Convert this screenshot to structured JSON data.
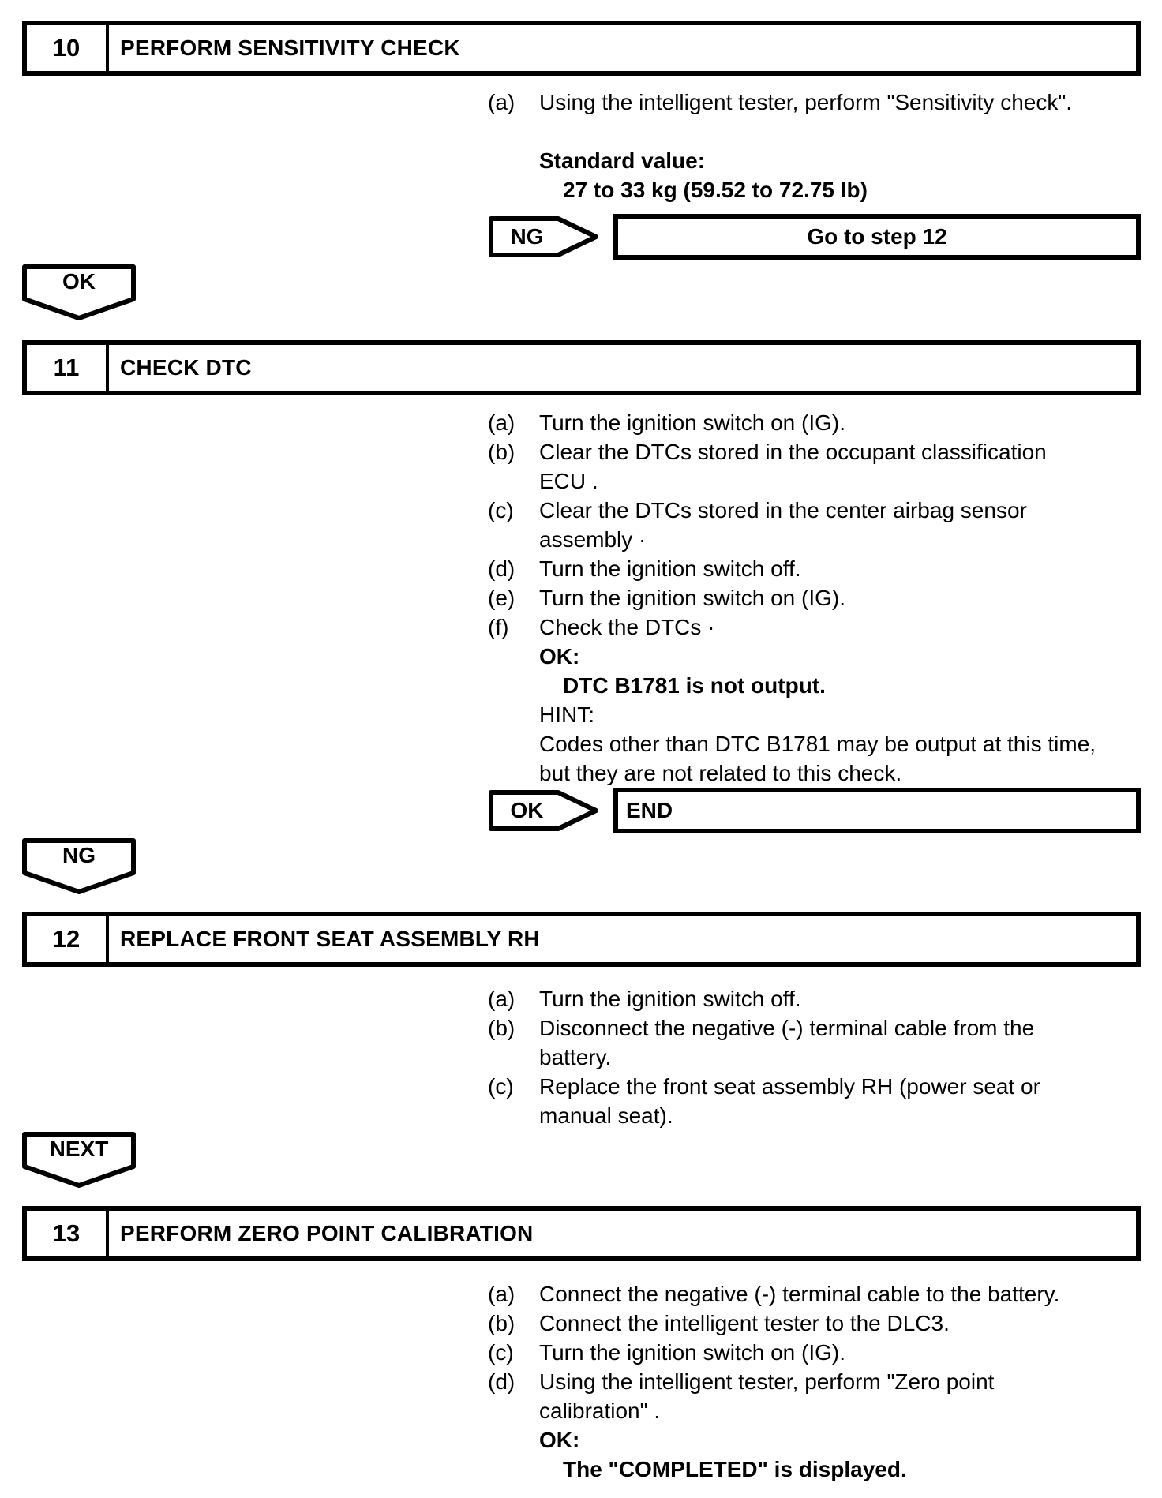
{
  "theme": {
    "ink": "#000000",
    "paper": "#ffffff"
  },
  "document": {
    "steps": [
      {
        "number": "10",
        "title": "PERFORM SENSITIVITY CHECK",
        "rows": [
          {
            "type": "item",
            "label": "(a)",
            "text": "Using the intelligent tester, perform \"Sensitivity check\"."
          },
          {
            "type": "gap"
          },
          {
            "type": "bold",
            "text": "Standard value:"
          },
          {
            "type": "boldind",
            "text": "27 to 33 kg (59.52 to 72.75 lb)"
          }
        ],
        "decision": {
          "tag": "NG",
          "action": "Go to step 12"
        },
        "connector": "OK"
      },
      {
        "number": "11",
        "title": "CHECK DTC",
        "rows": [
          {
            "type": "item",
            "label": "(a)",
            "text": "Turn the ignition switch on (IG)."
          },
          {
            "type": "item",
            "label": "(b)",
            "text": "Clear the DTCs stored in the occupant classification"
          },
          {
            "type": "cont",
            "text": "ECU ."
          },
          {
            "type": "item",
            "label": "(c)",
            "text": "Clear the DTCs stored in the center airbag sensor"
          },
          {
            "type": "cont",
            "text": "assembly ·"
          },
          {
            "type": "item",
            "label": "(d)",
            "text": "Turn the ignition switch off."
          },
          {
            "type": "item",
            "label": "(e)",
            "text": "Turn the ignition switch on (IG)."
          },
          {
            "type": "item",
            "label": "(f)",
            "text": "Check the DTCs ·"
          },
          {
            "type": "bold",
            "text": "OK:"
          },
          {
            "type": "boldind",
            "text": "DTC B1781 is not output."
          },
          {
            "type": "cont",
            "text": "HINT:"
          },
          {
            "type": "cont",
            "text": "Codes other than DTC B1781 may be output at this time,"
          },
          {
            "type": "cont",
            "text": "but they are not related to this check."
          }
        ],
        "decision": {
          "tag": "OK",
          "action": "END"
        },
        "connector": "NG"
      },
      {
        "number": "12",
        "title": "REPLACE FRONT SEAT ASSEMBLY RH",
        "rows": [
          {
            "type": "item",
            "label": "(a)",
            "text": "Turn the ignition switch off."
          },
          {
            "type": "item",
            "label": "(b)",
            "text": "Disconnect the negative (-) terminal cable from the"
          },
          {
            "type": "cont",
            "text": "battery."
          },
          {
            "type": "item",
            "label": "(c)",
            "text": "Replace the front seat assembly RH (power seat or"
          },
          {
            "type": "cont",
            "text": "manual seat)."
          }
        ],
        "connector": "NEXT"
      },
      {
        "number": "13",
        "title": "PERFORM ZERO POINT CALIBRATION",
        "rows": [
          {
            "type": "item",
            "label": "(a)",
            "text": "Connect the negative (-) terminal cable to the battery."
          },
          {
            "type": "item",
            "label": "(b)",
            "text": "Connect the intelligent tester to the DLC3."
          },
          {
            "type": "item",
            "label": "(c)",
            "text": "Turn the ignition switch on (IG)."
          },
          {
            "type": "item",
            "label": "(d)",
            "text": "Using the intelligent tester, perform \"Zero point"
          },
          {
            "type": "cont",
            "text": "calibration\" ."
          },
          {
            "type": "bold",
            "text": "OK:"
          },
          {
            "type": "boldind",
            "text": "The \"COMPLETED\" is displayed."
          }
        ]
      }
    ]
  }
}
